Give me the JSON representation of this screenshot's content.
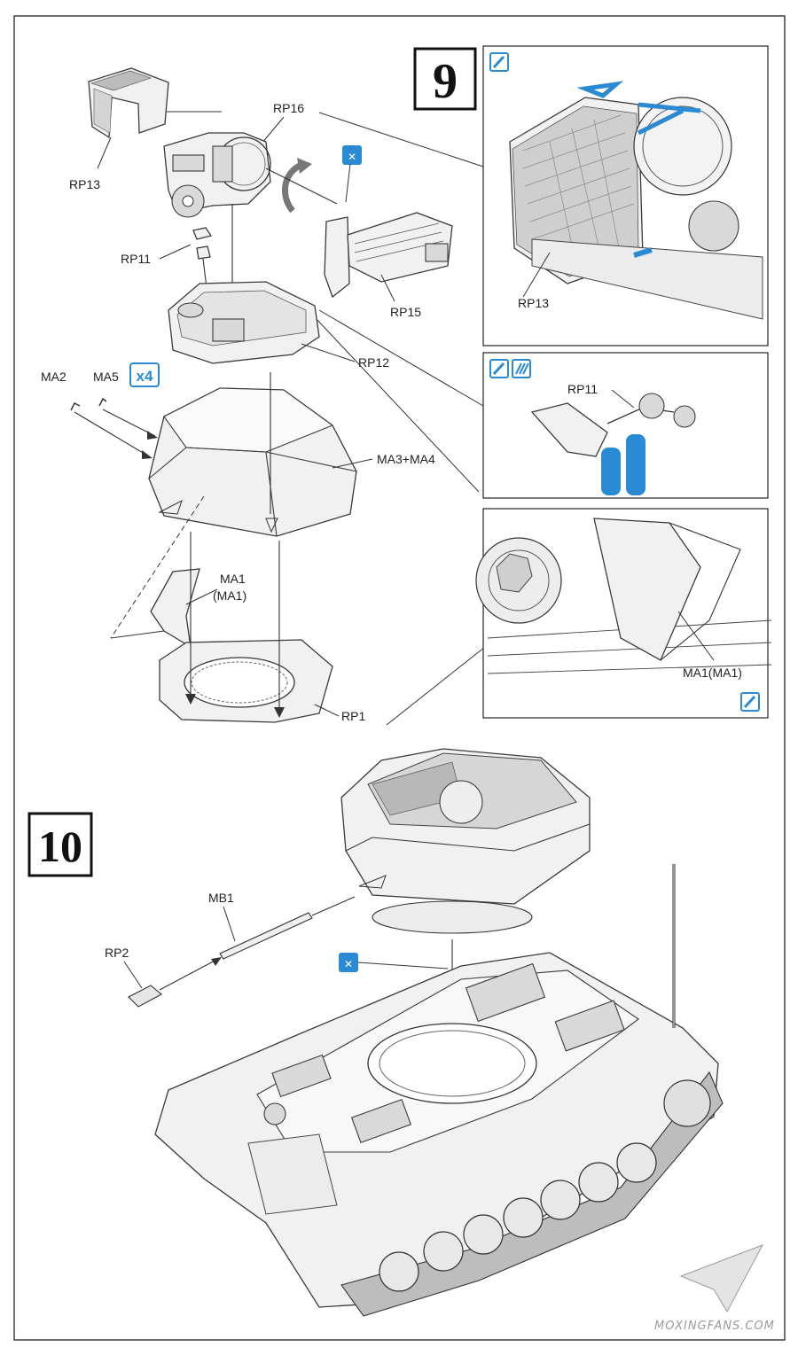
{
  "steps": {
    "step9": {
      "number": "9",
      "labels": {
        "rp16": "RP16",
        "rp13": "RP13",
        "rp11": "RP11",
        "rp15": "RP15",
        "rp12": "RP12",
        "ma2": "MA2",
        "ma5": "MA5",
        "ma5_qty": "x4",
        "ma3_ma4": "MA3+MA4",
        "ma1": "MA1",
        "ma1_alt": "(MA1)",
        "rp1": "RP1"
      },
      "detail_views": {
        "top": {
          "label": "RP13",
          "icons": [
            "paint-icon"
          ]
        },
        "middle": {
          "label": "RP11",
          "icons": [
            "paint-icon",
            "texture-icon"
          ]
        },
        "bottom": {
          "label": "MA1(MA1)",
          "icons": [
            "paint-icon"
          ]
        }
      }
    },
    "step10": {
      "number": "10",
      "labels": {
        "mb1": "MB1",
        "rp2": "RP2"
      },
      "icons": [
        "no-glue-icon"
      ]
    }
  },
  "watermark": "MOXINGFANS.COM",
  "colors": {
    "accent_blue": "#2a8ad4",
    "line": "#333333",
    "part_fill": "#f1f1f1"
  }
}
